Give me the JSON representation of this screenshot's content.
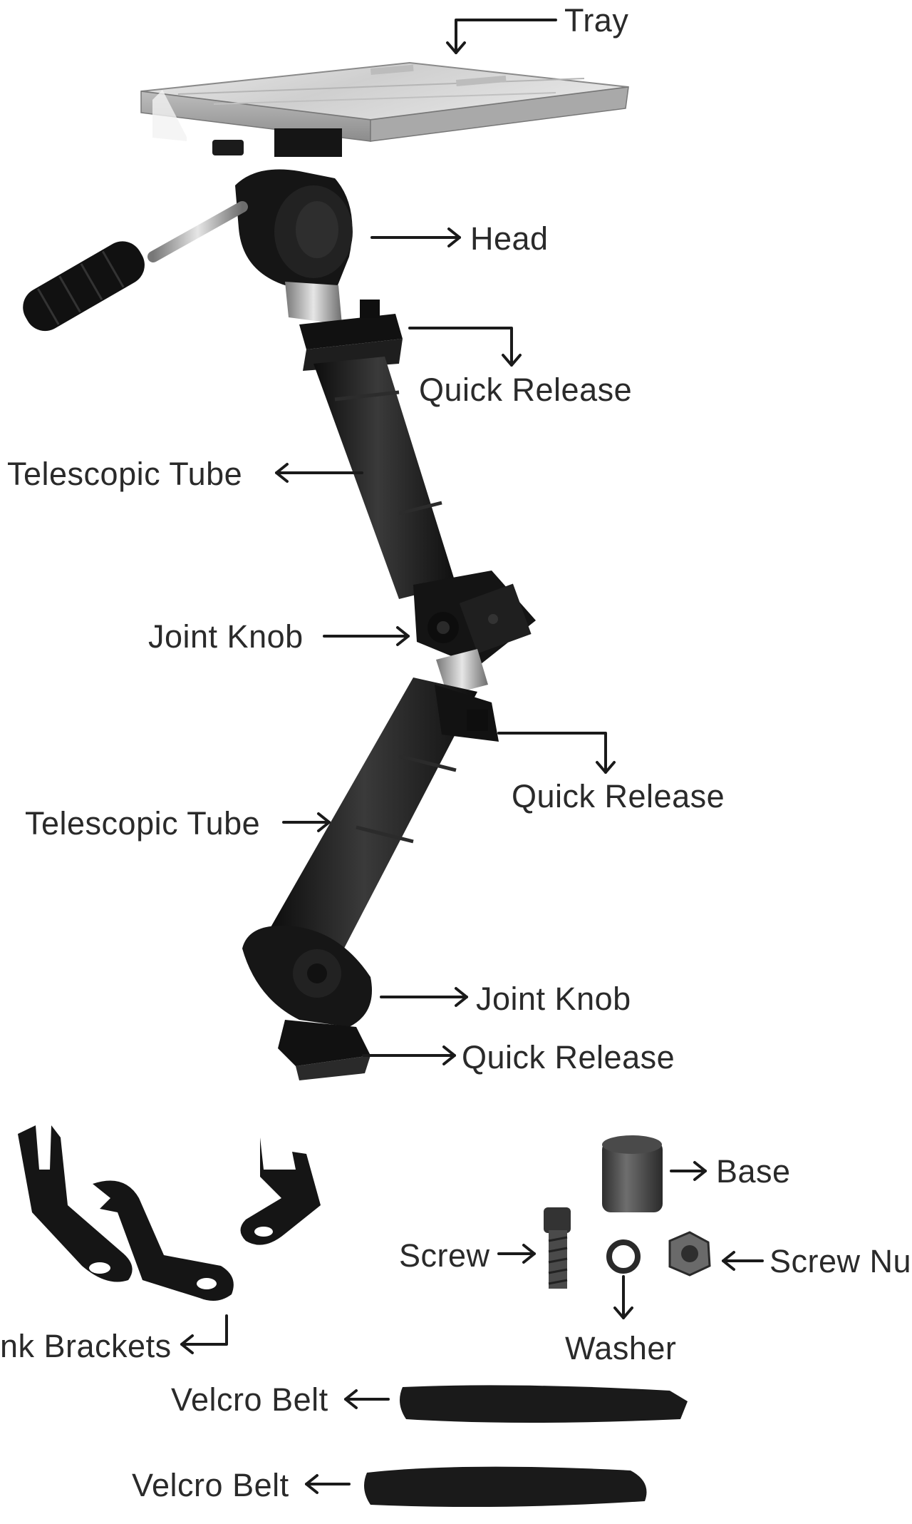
{
  "labels": {
    "tray": "Tray",
    "head": "Head",
    "quick_release_1": "Quick Release",
    "telescopic_tube_1": "Telescopic Tube",
    "joint_knob_1": "Joint Knob",
    "quick_release_2": "Quick Release",
    "telescopic_tube_2": "Telescopic Tube",
    "joint_knob_2": "Joint Knob",
    "quick_release_3": "Quick Release",
    "base": "Base",
    "screw": "Screw",
    "screw_nut": "Screw Nu",
    "washer": "Washer",
    "trunk_brackets": "nk Brackets",
    "velcro_belt_1": "Velcro Belt",
    "velcro_belt_2": "Velcro Belt"
  }
}
